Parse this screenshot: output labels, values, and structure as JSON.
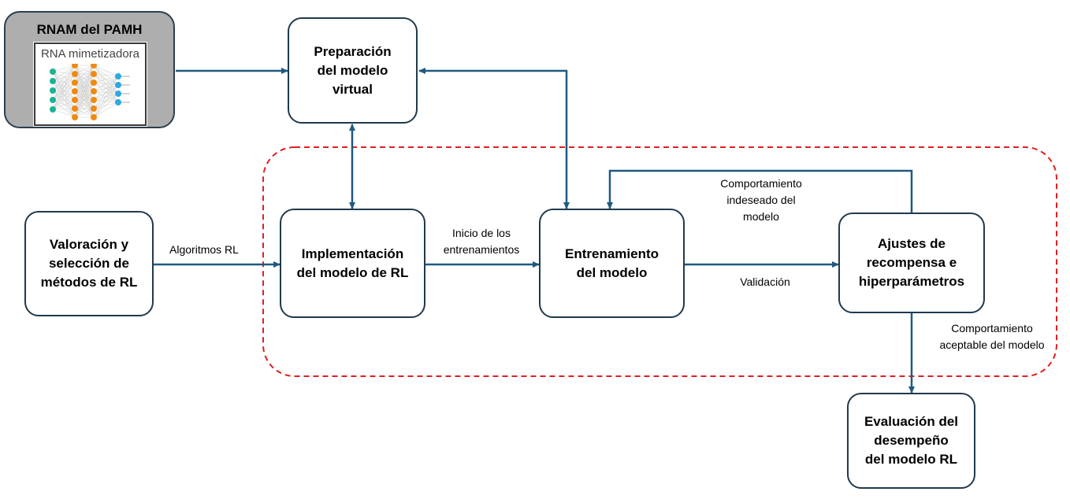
{
  "nodes": {
    "rnam_title": "RNAM del PAMH",
    "rna_title": "RNA mimetizadora",
    "preparacion": "Preparación\ndel modelo\nvirtual",
    "valoracion": "Valoración y\nselección de\nmétodos de RL",
    "implementacion": "Implementación\ndel modelo de RL",
    "entrenamiento": "Entrenamiento\ndel modelo",
    "ajustes": "Ajustes de\nrecompensa e\nhiperparámetros",
    "evaluacion": "Evaluación del\ndesempeño\ndel modelo RL"
  },
  "edge_labels": {
    "algoritmos": "Algoritmos RL",
    "inicio": "Inicio de los\nentrenamientos",
    "validacion": "Validación",
    "indeseado": "Comportamiento\nindeseado del\nmodelo",
    "aceptable": "Comportamiento\naceptable del modelo"
  },
  "colors": {
    "arrow": "#1e5a80",
    "box_border": "#1f3a4d",
    "dashed_region": "#e02020",
    "neuron_input": "#1ab394",
    "neuron_hidden": "#f08a10",
    "neuron_output": "#2ea8e0",
    "rnam_fill": "#aeaeae"
  }
}
